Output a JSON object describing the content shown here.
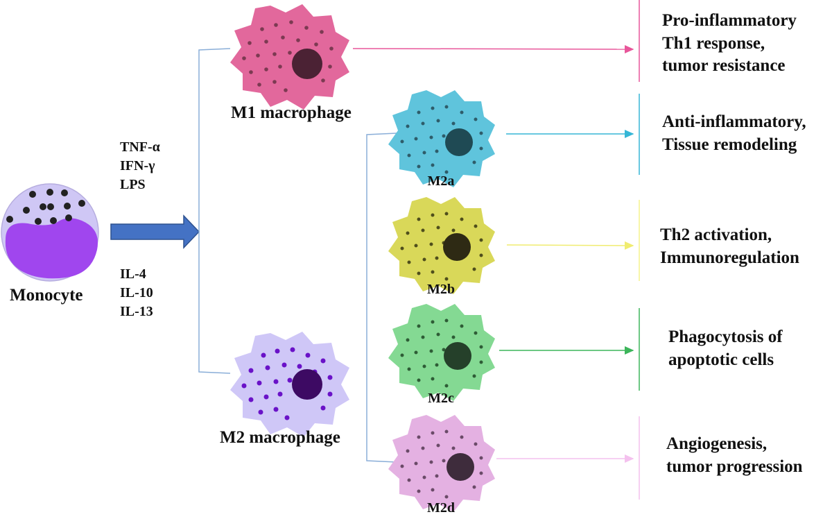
{
  "monocyte": {
    "label": "Monocyte"
  },
  "m1_signals": [
    "TNF-α",
    "IFN-γ",
    "LPS"
  ],
  "m2_signals": [
    "IL-4",
    "IL-10",
    "IL-13"
  ],
  "m1": {
    "label": "M1 macrophage",
    "outcome": [
      "Pro-inflammatory",
      "Th1 response,",
      "tumor resistance"
    ],
    "color": "#e2689c"
  },
  "m2": {
    "label": "M2 macrophage",
    "color": "#cfc7f7"
  },
  "m2a": {
    "label": "M2a",
    "outcome": [
      "Anti-inflammatory,",
      "Tissue remodeling"
    ],
    "color": "#5fc4dc"
  },
  "m2b": {
    "label": "M2b",
    "outcome": [
      "Th2 activation,",
      "Immunoregulation"
    ],
    "color": "#d9d859"
  },
  "m2c": {
    "label": "M2c",
    "outcome": [
      "Phagocytosis of",
      "apoptotic cells"
    ],
    "color": "#84d993"
  },
  "m2d": {
    "label": "M2d",
    "outcome": [
      "Angiogenesis,",
      "tumor progression"
    ],
    "color": "#e4b1e2"
  },
  "colors": {
    "arrow_blue": "#4472c4",
    "m1_line": "#e8569a",
    "m2a_line": "#35b6d6",
    "m2b_line": "#f5f28a",
    "m2c_line": "#3cb55a",
    "m2d_line": "#f4c1ee",
    "bracket": "#8aaed8"
  }
}
